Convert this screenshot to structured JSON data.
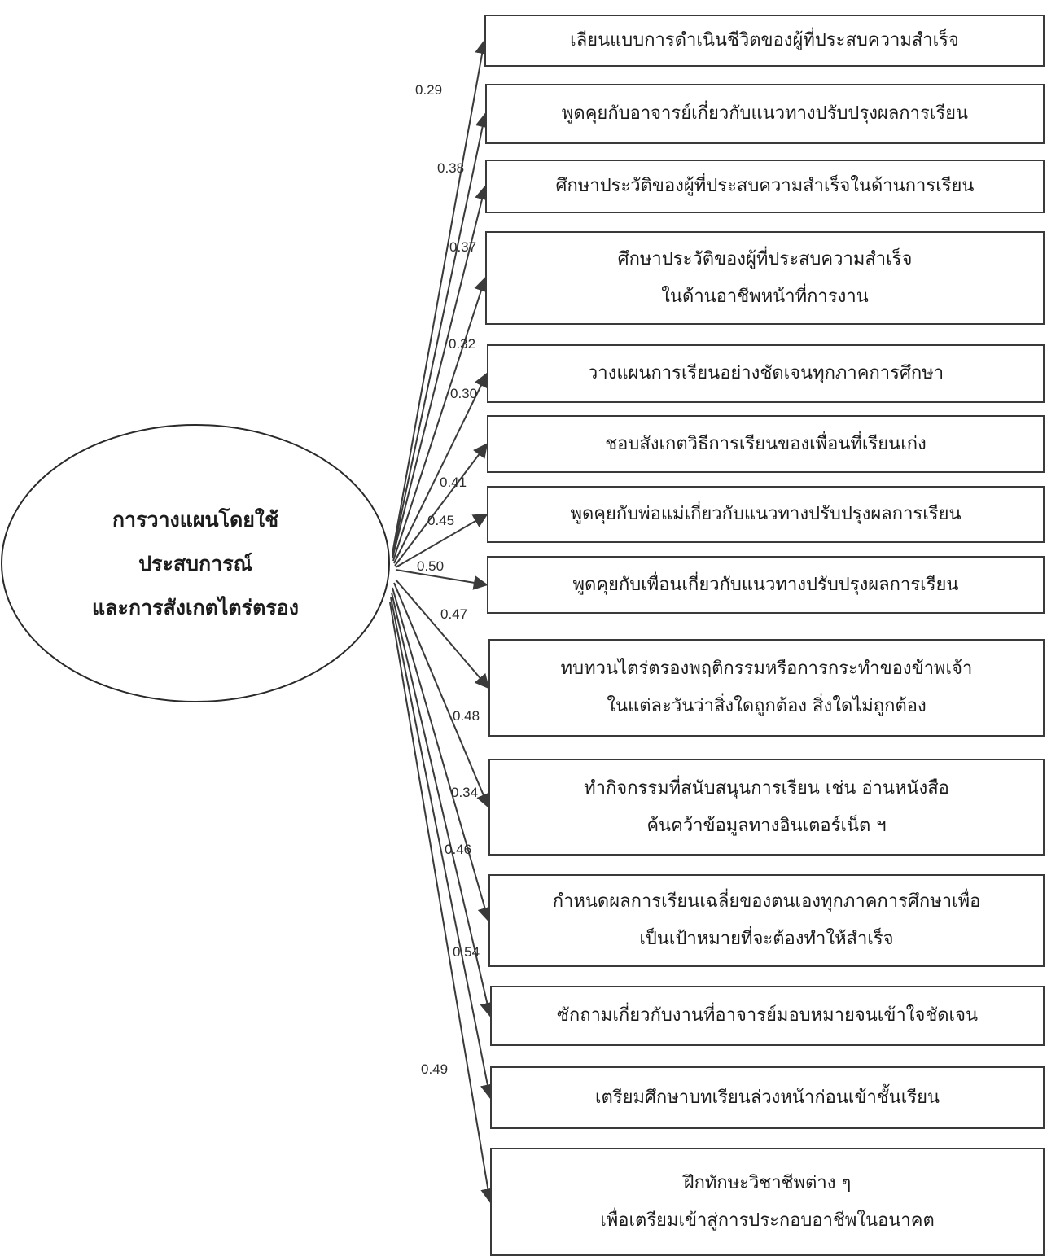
{
  "latent": {
    "lines": [
      "การวางแผนโดยใช้",
      "ประสบการณ์",
      "และการสังเกตไตร่ตรอง"
    ]
  },
  "indicators": [
    {
      "lines": [
        "เลียนแบบการดำเนินชีวิตของผู้ที่ประสบความสำเร็จ"
      ],
      "loading": "0.29"
    },
    {
      "lines": [
        "พูดคุยกับอาจารย์เกี่ยวกับแนวทางปรับปรุงผลการเรียน"
      ],
      "loading": "0.38"
    },
    {
      "lines": [
        "ศึกษาประวัติของผู้ที่ประสบความสำเร็จในด้านการเรียน"
      ],
      "loading": "0.37"
    },
    {
      "lines": [
        "ศึกษาประวัติของผู้ที่ประสบความสำเร็จ",
        "ในด้านอาชีพหน้าที่การงาน"
      ],
      "loading": "0.32"
    },
    {
      "lines": [
        "วางแผนการเรียนอย่างชัดเจนทุกภาคการศึกษา"
      ],
      "loading": "0.30"
    },
    {
      "lines": [
        "ชอบสังเกตวิธีการเรียนของเพื่อนที่เรียนเก่ง"
      ],
      "loading": "0.41"
    },
    {
      "lines": [
        "พูดคุยกับพ่อแม่เกี่ยวกับแนวทางปรับปรุงผลการเรียน"
      ],
      "loading": "0.45"
    },
    {
      "lines": [
        "พูดคุยกับเพื่อนเกี่ยวกับแนวทางปรับปรุงผลการเรียน"
      ],
      "loading": "0.50"
    },
    {
      "lines": [
        "ทบทวนไตร่ตรองพฤติกรรมหรือการกระทำของข้าพเจ้า",
        "ในแต่ละวันว่าสิ่งใดถูกต้อง สิ่งใดไม่ถูกต้อง"
      ],
      "loading": "0.47"
    },
    {
      "lines": [
        "ทำกิจกรรมที่สนับสนุนการเรียน เช่น อ่านหนังสือ",
        "ค้นคว้าข้อมูลทางอินเตอร์เน็ต ฯ"
      ],
      "loading": "0.48"
    },
    {
      "lines": [
        "กำหนดผลการเรียนเฉลี่ยของตนเองทุกภาคการศึกษาเพื่อ",
        "เป็นเป้าหมายที่จะต้องทำให้สำเร็จ"
      ],
      "loading": "0.34"
    },
    {
      "lines": [
        "ซักถามเกี่ยวกับงานที่อาจารย์มอบหมายจนเข้าใจชัดเจน"
      ],
      "loading": "0.46"
    },
    {
      "lines": [
        "เตรียมศึกษาบทเรียนล่วงหน้าก่อนเข้าชั้นเรียน"
      ],
      "loading": "0.54"
    },
    {
      "lines": [
        "ฝึกทักษะวิชาชีพต่าง ๆ",
        "เพื่อเตรียมเข้าสู่การประกอบอาชีพในอนาคต"
      ],
      "loading": "0.49"
    }
  ],
  "colors": {
    "line": "#3a3a3a",
    "box_border": "#3a3a3a",
    "text": "#1c1c1c"
  }
}
